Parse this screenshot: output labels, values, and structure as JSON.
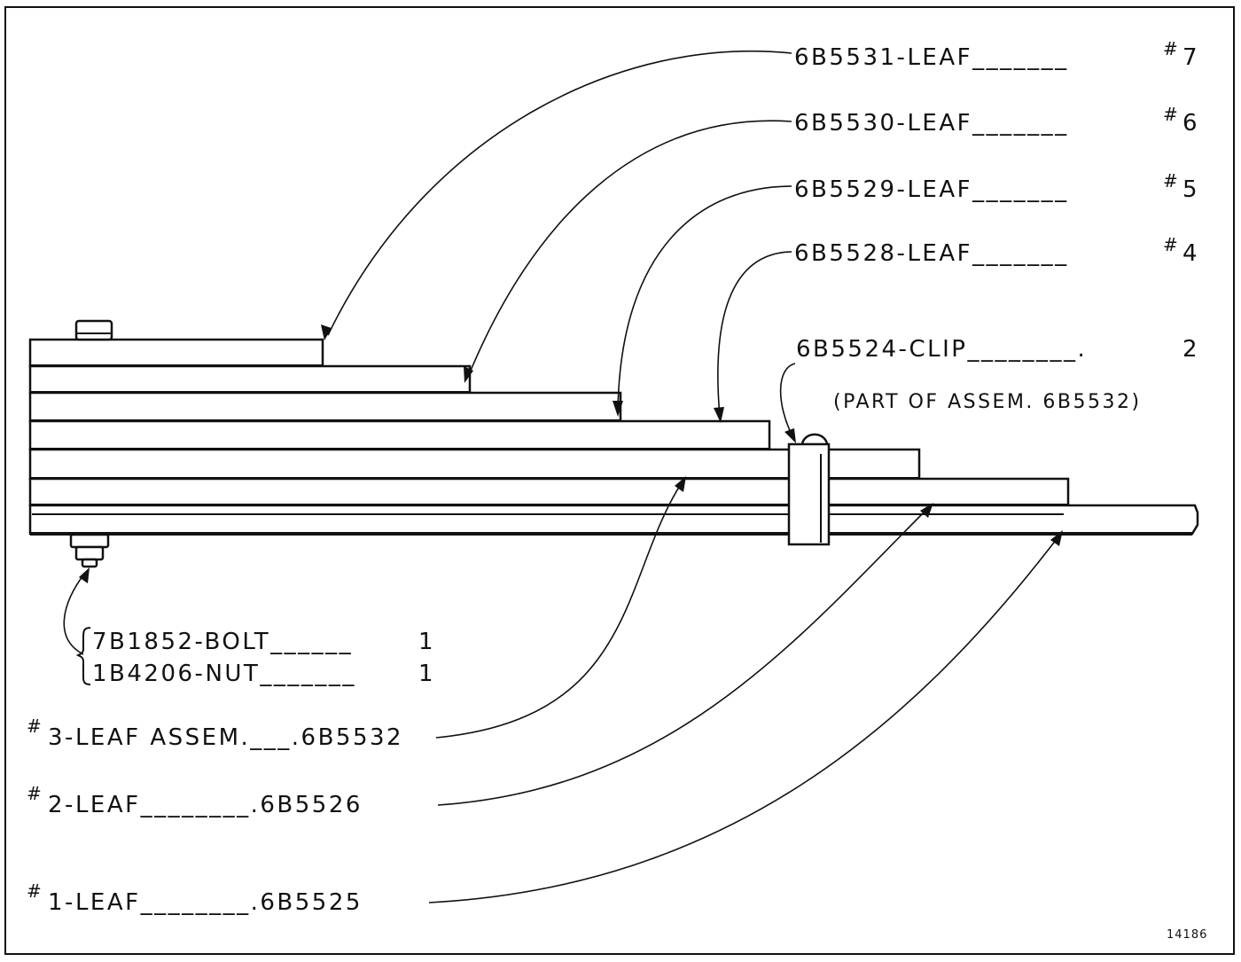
{
  "callouts_right": {
    "leaf7": {
      "part": "6B5531",
      "name": "LEAF",
      "ref": "7",
      "prefix": "#"
    },
    "leaf6": {
      "part": "6B5530",
      "name": "LEAF",
      "ref": "6",
      "prefix": "#"
    },
    "leaf5": {
      "part": "6B5529",
      "name": "LEAF",
      "ref": "5",
      "prefix": "#"
    },
    "leaf4": {
      "part": "6B5528",
      "name": "LEAF",
      "ref": "4",
      "prefix": "#"
    },
    "clip": {
      "part": "6B5524",
      "name": "CLIP",
      "qty": "2",
      "note": "(PART OF ASSEM. 6B5532)"
    }
  },
  "callouts_left": {
    "bolt": {
      "part": "7B1852",
      "name": "BOLT",
      "qty": "1"
    },
    "nut": {
      "part": "1B4206",
      "name": "NUT",
      "qty": "1"
    },
    "leaf3": {
      "prefix": "#",
      "ref": "3",
      "name": "LEAF ASSEM.",
      "part": "6B5532"
    },
    "leaf2": {
      "prefix": "#",
      "ref": "2",
      "name": "LEAF",
      "part": "6B5526"
    },
    "leaf1": {
      "prefix": "#",
      "ref": "1",
      "name": "LEAF",
      "part": "6B5525"
    }
  },
  "figure_number": "14186"
}
